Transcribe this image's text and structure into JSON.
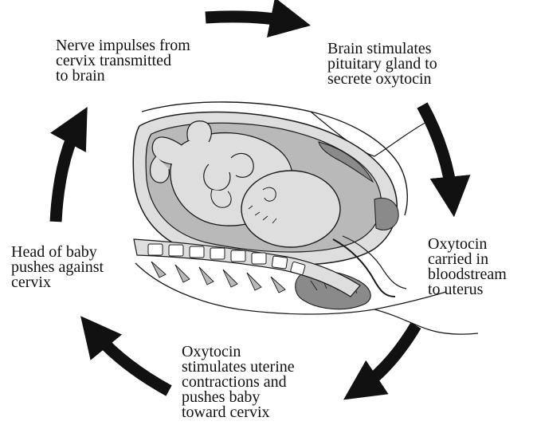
{
  "cycle_steps": [
    {
      "id": 1,
      "text": "Nerve impulses from\ncervix transmitted\nto brain"
    },
    {
      "id": 2,
      "text": "Brain stimulates\npituitary gland to\nsecrete oxytocin"
    },
    {
      "id": 3,
      "text": "Oxytocin\ncarried in\nbloodstream\nto uterus"
    },
    {
      "id": 4,
      "text": "Oxytocin\nstimulates uterine\ncontractions and\npushes baby\ntoward cervix"
    },
    {
      "id": 5,
      "text": "Head of baby\npushes against\ncervix"
    }
  ],
  "colors": {
    "arrow": "#111111",
    "tissue_light": "#dedede",
    "tissue_mid": "#b9b9b9",
    "tissue_dark": "#8a8a8a",
    "outline": "#1a1a1a"
  }
}
